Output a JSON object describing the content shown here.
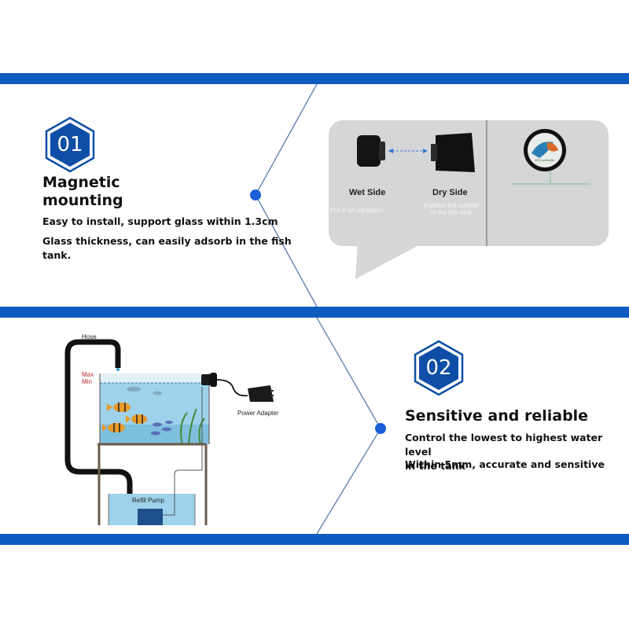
{
  "colors": {
    "band": "#0e5cc0",
    "badge": "#0e4ea6",
    "dot": "#1a5fd6",
    "line": "#4a6ea8"
  },
  "section1": {
    "badge": "01",
    "title_line1": "Magnetic",
    "title_line2": "mounting",
    "desc1": "Easy to install, support glass within 1.3cm",
    "desc2_line1": "Glass thickness, can easily adsorb in the fish",
    "desc2_line2": "tank."
  },
  "product": {
    "wet_label": "Wet Side",
    "wet_sub": "Put in an aquarium",
    "dry_label": "Dry Side",
    "dry_sub_line1": "Prevent the outside",
    "dry_sub_line2": "of the fish tank",
    "controller_text": "ATO controller"
  },
  "diagram": {
    "hose": "Hose",
    "max": "Max",
    "min": "Min",
    "power_adapter": "Power Adapter",
    "refill_pump": "Refill Pump"
  },
  "section2": {
    "badge": "02",
    "title": "Sensitive and reliable",
    "desc1_line1": "Control the lowest to highest water level",
    "desc1_line2": "in the tank",
    "desc2": "Within 5mm, accurate and sensitive"
  }
}
